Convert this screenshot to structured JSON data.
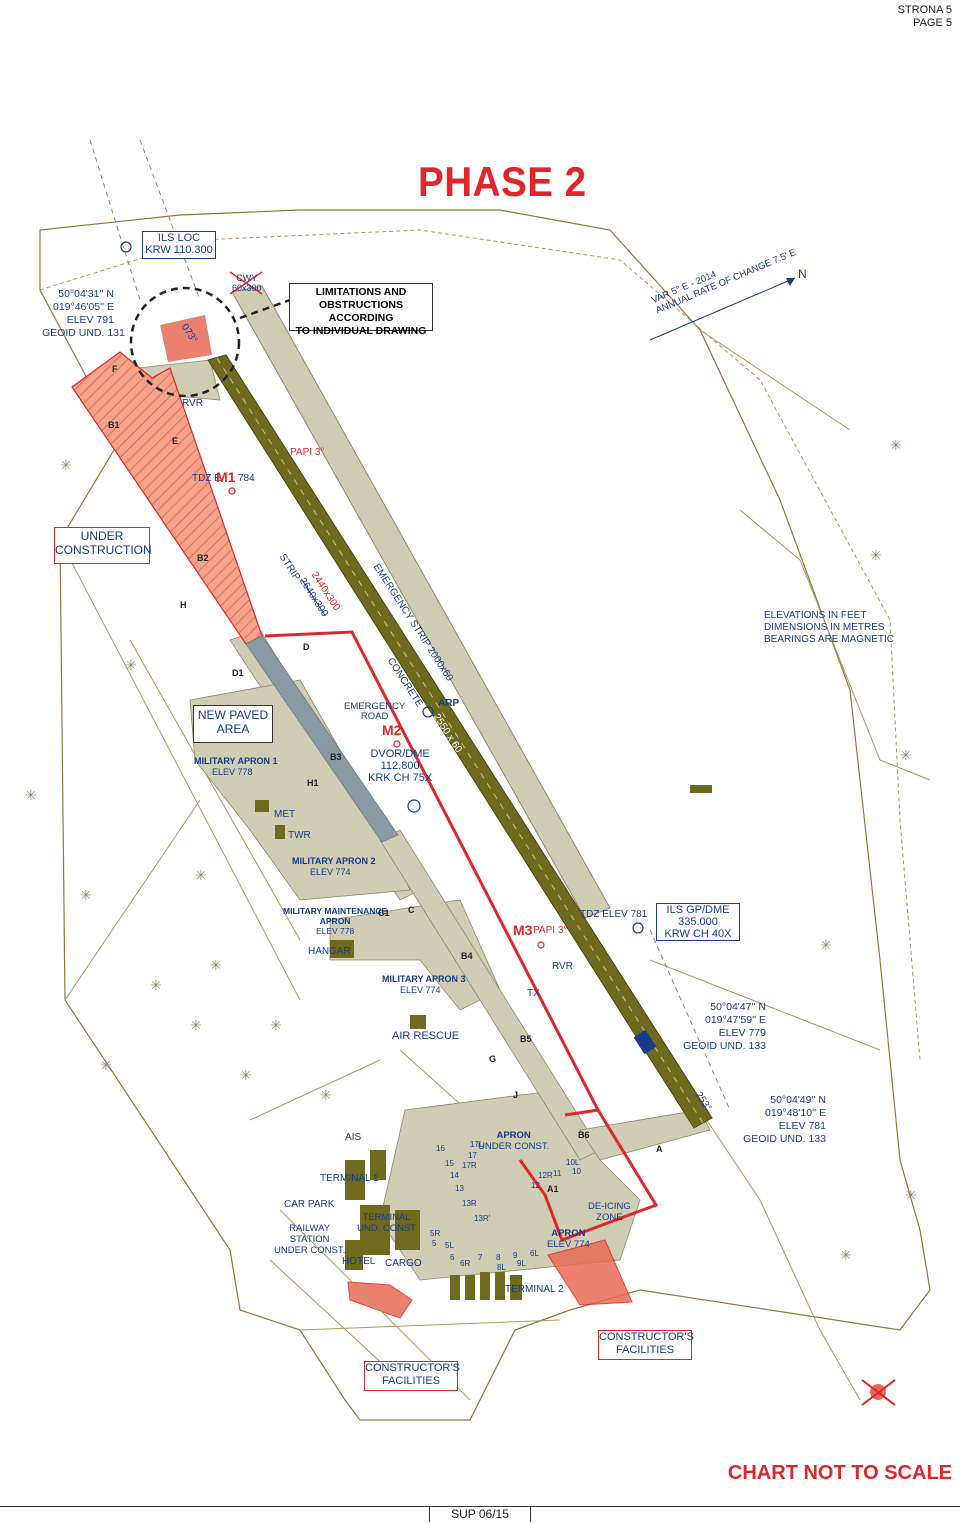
{
  "header": {
    "sheet": "STRONA 5",
    "page": "PAGE 5"
  },
  "title": "PHASE 2",
  "ils_loc": {
    "name": "ILS LOC",
    "freq": "KRW 110.300"
  },
  "thr_north": {
    "lat": "50°04'31'' N",
    "lon": "019°46'05'' E",
    "elev": "ELEV 791",
    "geoid": "GEOID UND. 131"
  },
  "cwy": {
    "label": "CWY",
    "dims": "60x300"
  },
  "limitations": {
    "line1": "LIMITATIONS AND",
    "line2": "OBSTRUCTIONS ACCORDING",
    "line3": "TO INDIVIDUAL DRAWING"
  },
  "bearing_north": "073°",
  "bearing_south": "253°",
  "variation": {
    "line1": "VAR 5° E - 2014",
    "line2": "ANNUAL RATE OF CHANGE 7.5' E",
    "north": "N"
  },
  "rvr_north": "RVR",
  "twy_labels": {
    "f": "F",
    "b1": "B1",
    "e": "E",
    "b2": "B2",
    "h": "H",
    "d": "D",
    "d1": "D1",
    "b3": "B3",
    "h1": "H1",
    "c": "C",
    "c1": "C1",
    "b4": "B4",
    "g": "G",
    "b5": "B5",
    "b6": "B6",
    "a": "A",
    "a1": "A1",
    "j": "J"
  },
  "papi_north": "PAPI 3°",
  "tdz_north": {
    "label": "TDZ E",
    "elev": "784"
  },
  "markers": {
    "m1": "M1",
    "m2": "M2",
    "m3": "M3"
  },
  "under_construction": {
    "line1": "UNDER",
    "line2": "CONSTRUCTION"
  },
  "strip": {
    "label": "STRIP",
    "old": "2640x300",
    "new": "2440x300"
  },
  "emergency_strip": "EMERGENCY STRIP 2000x60",
  "concrete": "CONCRETE",
  "rwy_dims": "2550 x 60",
  "elevations_note": {
    "line1": "ELEVATIONS IN FEET",
    "line2": "DIMENSIONS IN METRES",
    "line3": "BEARINGS ARE MAGNETIC"
  },
  "new_paved": {
    "line1": "NEW PAVED",
    "line2": "AREA"
  },
  "emergency_road": {
    "line1": "EMERGENCY",
    "line2": "ROAD"
  },
  "arp": "ARP",
  "dvor": {
    "name": "DVOR/DME",
    "freq": "112.800",
    "ident": "KRK CH 75X"
  },
  "military_apron1": {
    "name": "MILITARY APRON 1",
    "elev": "ELEV 778"
  },
  "met": "MET",
  "twr": "TWR",
  "military_apron2": {
    "name": "MILITARY APRON 2",
    "elev": "ELEV 774"
  },
  "military_maint": {
    "line1": "MILITARY MAINTENANCE",
    "line2": "APRON",
    "elev": "ELEV 778"
  },
  "hangar": "HANGAR",
  "military_apron3": {
    "name": "MILITARY APRON 3",
    "elev": "ELEV 774"
  },
  "air_rescue": "AIR RESCUE",
  "papi_south": "PAPI 3°",
  "tdz_south": "TDZ ELEV 781",
  "ils_gp": {
    "name": "ILS GP/DME",
    "freq": "335.000",
    "ident": "KRW CH 40X"
  },
  "rvr_south": "RVR",
  "tx": "TX",
  "thr_mid": {
    "lat": "50°04'47'' N",
    "lon": "019°47'59'' E",
    "elev": "ELEV 779",
    "geoid": "GEOID UND. 133"
  },
  "thr_south": {
    "lat": "50°04'49'' N",
    "lon": "019°48'10'' E",
    "elev": "ELEV 781",
    "geoid": "GEOID UND. 133"
  },
  "ais": "AIS",
  "apron_main": {
    "line1": "APRON",
    "line2": "UNDER CONST."
  },
  "terminal1": "TERMINAL 1",
  "car_park": "CAR PARK",
  "terminal_const": {
    "line1": "TERMINAL",
    "line2": "UND. CONST"
  },
  "railway": {
    "line1": "RAILWAY",
    "line2": "STATION",
    "line3": "UNDER CONST."
  },
  "hotel": "HOTEL",
  "cargo": "CARGO",
  "terminal2": "TERMINAL 2",
  "deicing": {
    "line1": "DE-ICING",
    "line2": "ZONE"
  },
  "apron_east": {
    "line1": "APRON",
    "line2": "ELEV 774"
  },
  "stands": [
    "16",
    "17L",
    "17",
    "17R",
    "15",
    "14",
    "13",
    "13R",
    "13R'",
    "12",
    "12R",
    "11",
    "10L",
    "10",
    "5R",
    "5",
    "5L",
    "6",
    "6R",
    "7",
    "8",
    "9",
    "9L",
    "6L",
    "8L"
  ],
  "constructor_west": {
    "line1": "CONSTRUCTOR'S",
    "line2": "FACILITIES"
  },
  "constructor_east": {
    "line1": "CONSTRUCTOR'S",
    "line2": "FACILITIES"
  },
  "not_to_scale": "CHART NOT TO SCALE",
  "footer": "SUP 06/15",
  "colors": {
    "runway": "#6e6a1e",
    "construction": "#e0262a",
    "hatch": "#f2a08a",
    "taxiway": "#cfcdb4",
    "ink": "#1a3a8a"
  }
}
